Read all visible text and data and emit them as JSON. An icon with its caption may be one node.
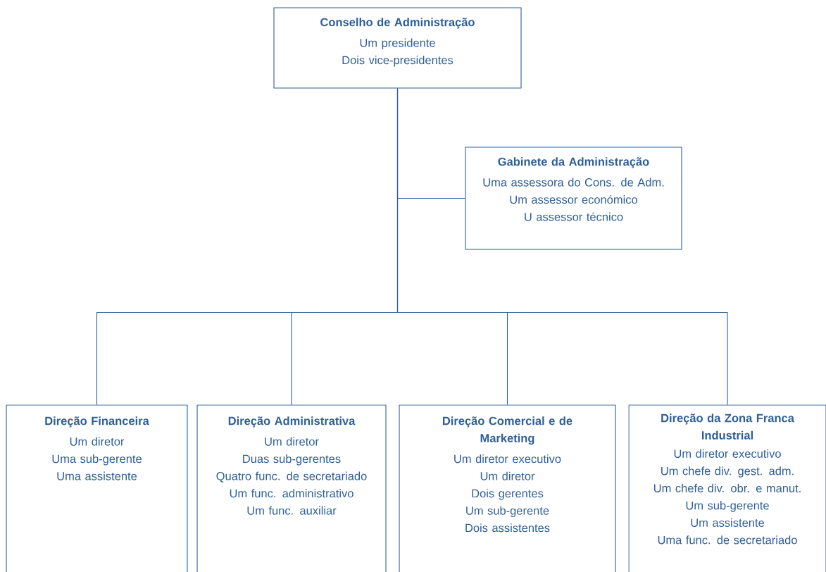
{
  "diagram": {
    "nodes": [
      {
        "text": [
          "Conselho de Administração",
          "Um presidente",
          "Dois vice-presidentes"
        ]
      },
      {
        "text": [
          "Gabinete da Administração",
          "Uma assessora do Cons. de Adm.",
          "Um assessor económico",
          "U assessor técnico"
        ]
      },
      {
        "text": [
          "Direção Financeira",
          "Um diretor",
          "Uma sub-gerente",
          "Uma assistente"
        ]
      },
      {
        "text": [
          "Direção Administrativa",
          "Um diretor",
          "Duas sub-gerentes",
          "Quatro func. de secretariado",
          "Um func. administrativo",
          "Um func. auxiliar"
        ]
      },
      {
        "text": [
          "Direção Comercial e de Marketing",
          "Um diretor executivo",
          "Um diretor",
          "Dois gerentes",
          "Um sub-gerente",
          "Dois assistentes"
        ]
      },
      {
        "text": [
          "Direção da Zona Franca Industrial",
          "Um diretor executivo",
          "Um chefe div. gest. adm.",
          "Um chefe div. obr. e manut.",
          "Um sub-gerente",
          "Um assistente",
          "Uma func. de secretariado"
        ]
      }
    ],
    "edges": [
      {
        "from": 0,
        "to": 1,
        "arrow": "none"
      },
      {
        "from": 0,
        "to": 2,
        "arrow": "none"
      },
      {
        "from": 0,
        "to": 3,
        "arrow": "none"
      },
      {
        "from": 0,
        "to": 4,
        "arrow": "none"
      },
      {
        "from": 0,
        "to": 5,
        "arrow": "none"
      }
    ]
  }
}
